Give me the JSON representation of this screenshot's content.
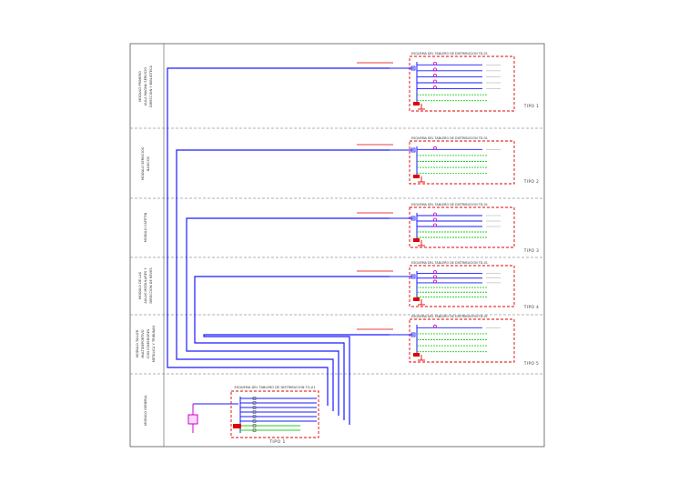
{
  "sections": [
    {
      "id": "s1",
      "label_lines": [
        "MODULO PRIMERO",
        "AULA MAGNA SERVICIO",
        "DIRECCION Y BIBLIOTECA"
      ],
      "tipo": "TIPO 1"
    },
    {
      "id": "s2",
      "label_lines": [
        "MODULO SERVICIOS",
        "BASICOS"
      ],
      "tipo": "TIPO 2"
    },
    {
      "id": "s3",
      "label_lines": [
        "MODULO CAFETIN"
      ],
      "tipo": "TIPO 3"
    },
    {
      "id": "s4",
      "label_lines": [
        "MODULO DE LAS",
        "AULAS MODULARES Y",
        "DIRECCION DE REVES"
      ],
      "tipo": "TIPO 4"
    },
    {
      "id": "s5",
      "label_lines": [
        "MODULO TALLER",
        "MULTIDEPORTIVO",
        "CON COMEDORES",
        "METALICA Y TRIBUNAS"
      ],
      "tipo": "TIPO 5"
    },
    {
      "id": "s6",
      "label_lines": [
        "MODULO GENERAL"
      ],
      "tipo": "TIPO 1"
    }
  ],
  "panel_title": "ESQUEMA DEL TABLERO DE DISTRIBUCION TD-01",
  "general_title": "ESQUEMA DEL TABLERO DE DISTRIBUCION TG-01",
  "icons": {
    "breaker": "breaker-icon",
    "ground": "ground-icon",
    "meter": "meter-icon"
  },
  "colors": {
    "feeder": "#1a1aff",
    "spare": "#22cc22",
    "red": "#e00000",
    "magenta": "#cc00cc",
    "frame": "#555555"
  }
}
